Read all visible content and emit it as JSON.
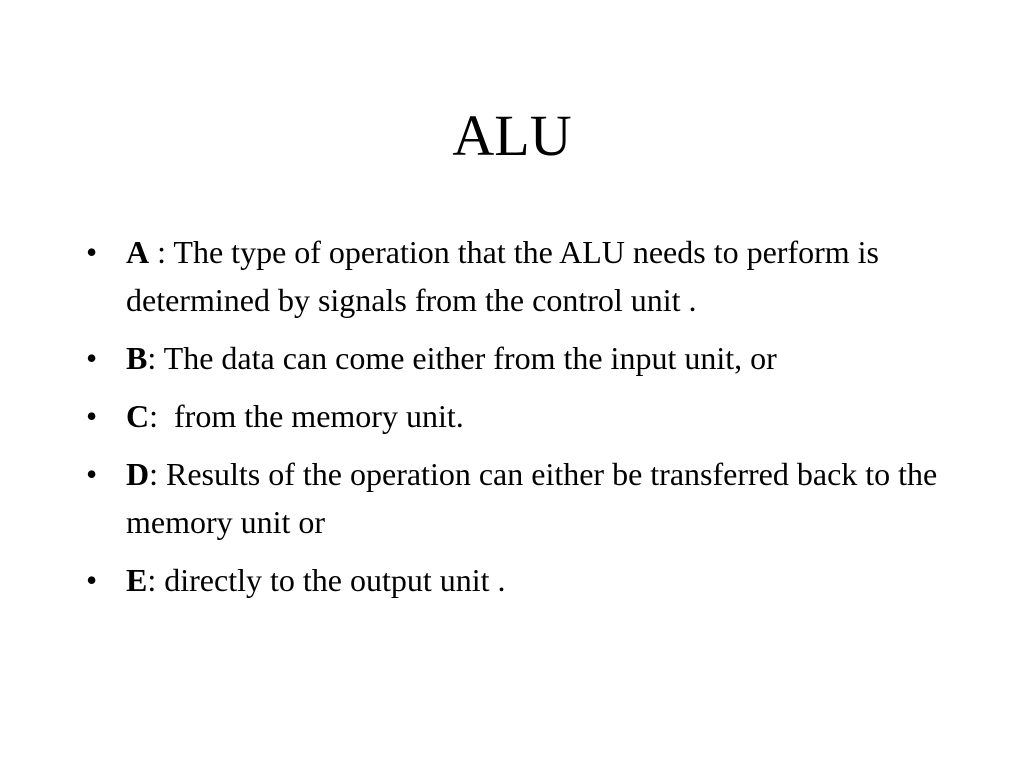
{
  "slide": {
    "title": "ALU",
    "bullet_symbol": "•",
    "bullets": [
      {
        "letter": "A",
        "text": " : The type of operation that the ALU needs to perform is determined by signals from the control unit ."
      },
      {
        "letter": "B",
        "text": ": The data can come either from the input unit, or"
      },
      {
        "letter": "C",
        "text": ":  from the memory unit."
      },
      {
        "letter": "D",
        "text": ": Results of the operation can either be transferred back to the memory unit or"
      },
      {
        "letter": "E",
        "text": ": directly to the output unit ."
      }
    ]
  }
}
